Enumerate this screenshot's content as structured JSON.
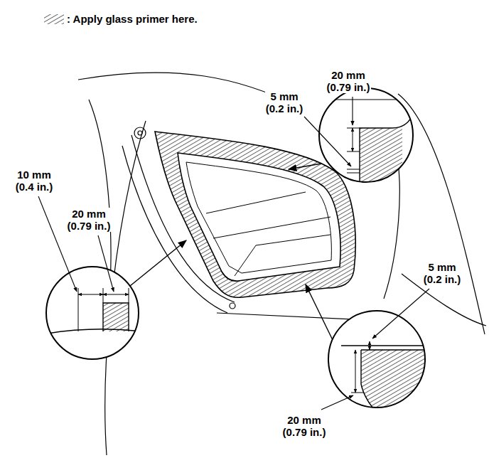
{
  "diagram": {
    "labels": [
      "20 mm (0.79 in.)",
      "5 mm (0.2 in.)",
      "10 mm (0.4 in.)",
      "20 mm (0.79 in.)",
      "5 mm (0.2 in.)",
      "20 mm (0.79 in.)"
    ],
    "legend": [
      {
        "text": ": Apply glass primer here."
      }
    ]
  }
}
